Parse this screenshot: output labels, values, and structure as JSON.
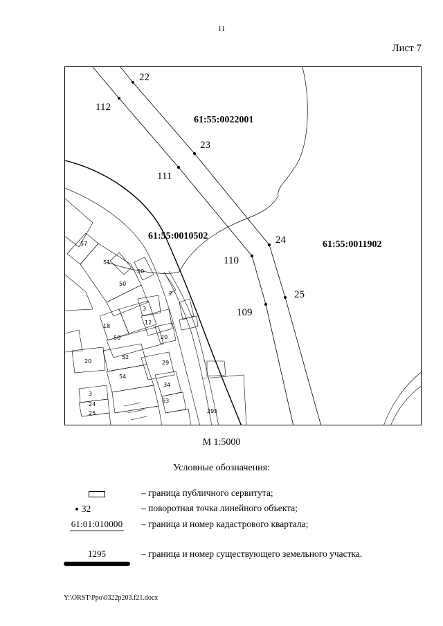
{
  "page_number": "11",
  "sheet_label": "Лист 7",
  "map": {
    "quarters": [
      "61:55:0022001",
      "61:55:0010502",
      "61:55:0011902"
    ],
    "points": [
      "22",
      "112",
      "23",
      "111",
      "24",
      "110",
      "25",
      "109"
    ],
    "parcels": [
      "57",
      "51",
      "50",
      "50",
      "2",
      "3",
      "12",
      "18",
      "20",
      "50",
      "20",
      "52",
      "29",
      "54",
      "34",
      "3",
      "63",
      "24",
      "25",
      "295"
    ]
  },
  "scale": "М 1:5000",
  "legend": {
    "title": "Условные обозначения:",
    "items": [
      {
        "symbol_text": "",
        "text": "–  граница публичного сервитута;"
      },
      {
        "symbol_text": "32",
        "text": "–  поворотная точка линейного объекта;"
      },
      {
        "symbol_text": "61:01:010000",
        "text": "–  граница и номер кадастрового квартала;"
      },
      {
        "symbol_text": "1295",
        "text": "–  граница и номер существующего земельного участка."
      }
    ]
  },
  "footer_path": "Y:\\ORST\\Ppo\\0322p203.f21.docx"
}
